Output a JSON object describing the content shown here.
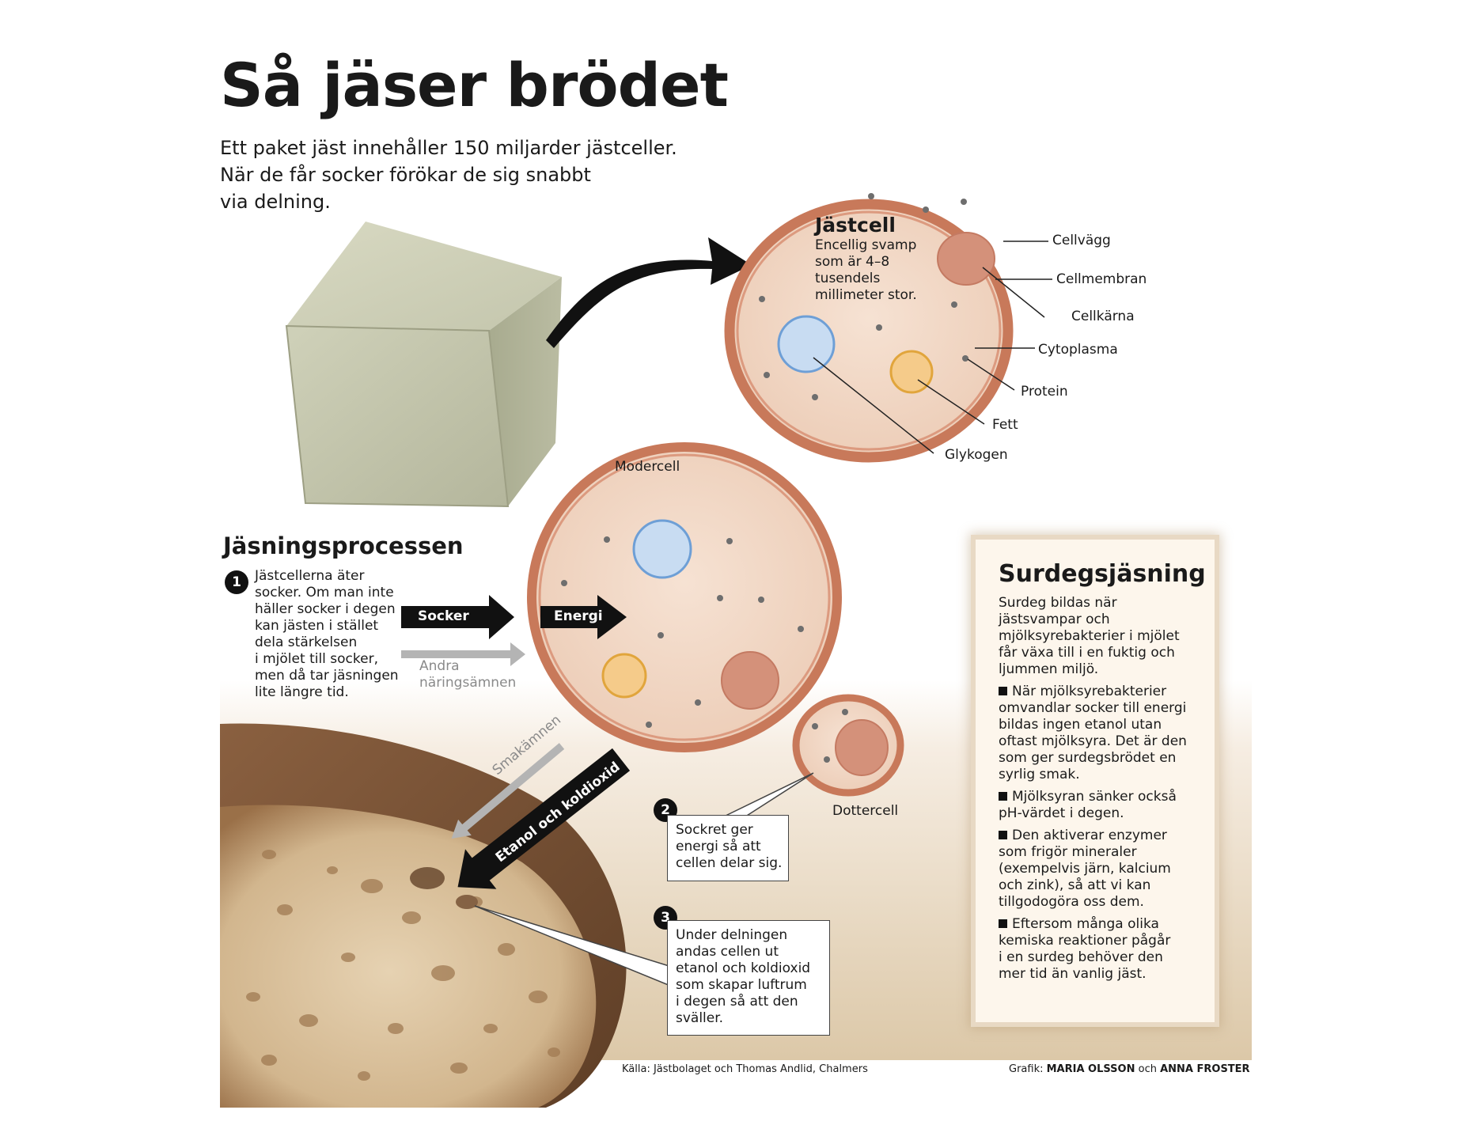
{
  "header": {
    "title": "Så jäser brödet",
    "subtitle_lines": [
      "Ett paket jäst innehåller 150 miljarder jästceller.",
      "När de får socker förökar de sig snabbt",
      "via delning."
    ]
  },
  "yeast_cell": {
    "title": "Jästcell",
    "description_lines": [
      "Encellig svamp",
      "som är 4–8",
      "tusendels",
      "millimeter stor."
    ],
    "parts": {
      "cellvagg": "Cellvägg",
      "cellmembran": "Cellmembran",
      "cellkarna": "Cellkärna",
      "cytoplasma": "Cytoplasma",
      "protein": "Protein",
      "fett": "Fett",
      "glykogen": "Glykogen"
    }
  },
  "process": {
    "title": "Jäsningsprocessen",
    "step1": {
      "number": "1",
      "lines": [
        "Jästcellerna äter",
        "socker. Om man inte",
        "häller socker i degen",
        "kan jästen i stället",
        "dela stärkelsen",
        "i mjölet till socker,",
        "men då tar jäsningen",
        "lite längre tid."
      ]
    },
    "step2": {
      "number": "2",
      "lines": [
        "Sockret ger",
        "energi så att",
        "cellen delar sig."
      ]
    },
    "step3": {
      "number": "3",
      "lines": [
        "Under delningen",
        "andas cellen ut",
        "etanol och koldioxid",
        "som skapar luftrum",
        "i degen så att den",
        "sväller."
      ]
    },
    "labels": {
      "modercell": "Modercell",
      "dottercell": "Dottercell",
      "socker": "Socker",
      "energi": "Energi",
      "andra_line1": "Andra",
      "andra_line2": "näringsämnen",
      "smakamnen": "Smakämnen",
      "etanol": "Etanol och koldioxid"
    }
  },
  "sourdough": {
    "title": "Surdegsjäsning",
    "intro_lines": [
      "Surdeg bildas när",
      "jästsvampar och",
      "mjölksyrebakterier i mjölet",
      "får växa till i en fuktig och",
      "ljummen miljö."
    ],
    "bullets": [
      [
        "När mjölksyrebakterier",
        "omvandlar socker till energi",
        "bildas ingen etanol utan",
        "oftast mjölksyra. Det är den",
        "som ger surdegsbrödet en",
        "syrlig smak."
      ],
      [
        "Mjölksyran sänker också",
        "pH-värdet i degen."
      ],
      [
        "Den aktiverar enzymer",
        "som frigör mineraler",
        "(exempelvis järn, kalcium",
        "och zink), så att vi kan",
        "tillgodogöra oss dem."
      ],
      [
        "Eftersom många olika",
        "kemiska reaktioner pågår",
        "i en surdeg behöver den",
        "mer tid än vanlig jäst."
      ]
    ]
  },
  "footer": {
    "source": "Källa: Jästbolaget och Thomas Andlid, Chalmers",
    "graphics_prefix": "Grafik:",
    "graphics_name1": "MARIA OLSSON",
    "graphics_and": "och",
    "graphics_name2": "ANNA FROSTER"
  },
  "colors": {
    "cell_fill": "#f2d9c8",
    "cell_wall": "#c8795a",
    "nucleus": "#d4917a",
    "glycogen": "#c8dcf2",
    "fat": "#f5cb8a",
    "yeast_block": "#c9cbb3",
    "bread_crumb": "#d9c3a0",
    "bread_crust": "#8a6040"
  }
}
